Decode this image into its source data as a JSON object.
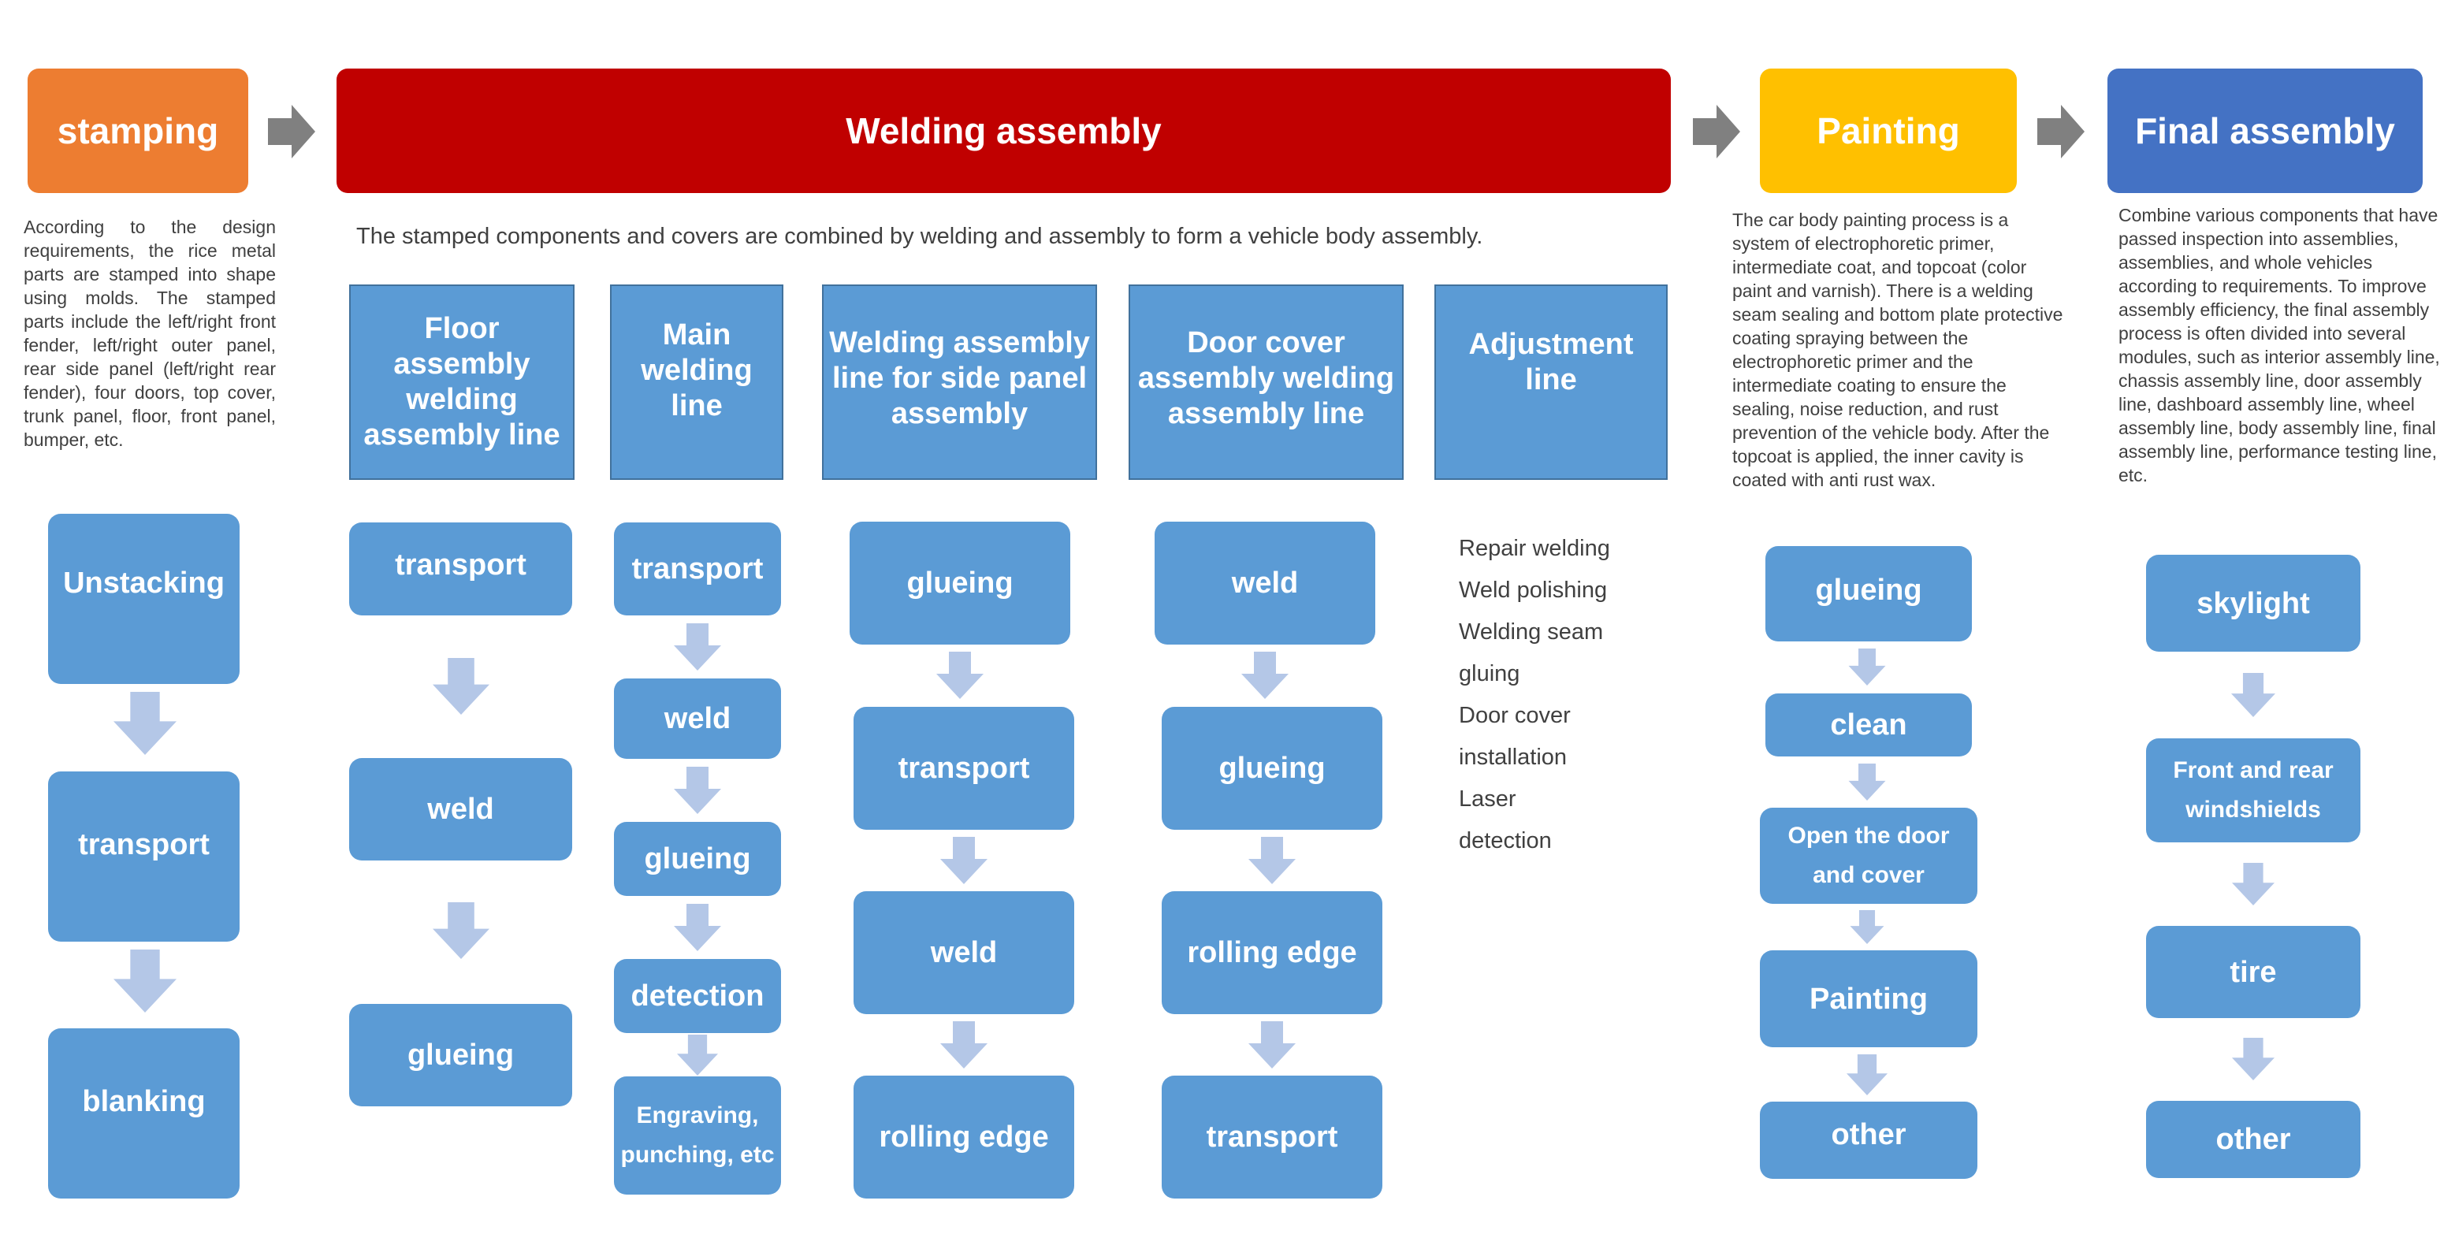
{
  "colors": {
    "stamping": "#ed7d31",
    "welding": "#c00000",
    "painting": "#ffc000",
    "final_assembly": "#4472c4",
    "step_box": "#5b9bd5",
    "down_arrow": "#b4c7e7",
    "stage_arrow": "#808080"
  },
  "stages": {
    "stamping": {
      "title": "stamping",
      "description": "According to the design requirements, the rice metal parts are stamped into shape using molds. The stamped parts include the left/right front fender, left/right outer panel, rear side panel (left/right rear fender), four doors, top cover, trunk panel, floor, front panel, bumper, etc.",
      "steps": [
        "Unstacking",
        "transport",
        "blanking"
      ]
    },
    "welding": {
      "title": "Welding assembly",
      "description": "The stamped components and covers are combined by welding and assembly to form a vehicle body assembly.",
      "lines": [
        {
          "title": "Floor assembly welding assembly line",
          "steps": [
            "transport",
            "weld",
            "glueing"
          ]
        },
        {
          "title": "Main welding line",
          "steps": [
            "transport",
            "weld",
            "glueing",
            "detection",
            "Engraving, punching, etc"
          ]
        },
        {
          "title": "Welding assembly line for side panel assembly",
          "steps": [
            "glueing",
            "transport",
            "weld",
            "rolling edge"
          ]
        },
        {
          "title": "Door cover assembly welding assembly line",
          "steps": [
            "weld",
            "glueing",
            "rolling edge",
            "transport"
          ]
        },
        {
          "title": "Adjustment line",
          "items": [
            "Repair welding",
            "Weld polishing",
            "Welding seam",
            "gluing",
            "Door cover",
            "installation",
            "Laser",
            "detection"
          ]
        }
      ]
    },
    "painting": {
      "title": "Painting",
      "description": "The car body painting process is a system of electrophoretic primer, intermediate coat, and topcoat (color paint and varnish). There is a welding seam sealing and bottom plate protective coating spraying between the electrophoretic primer and the intermediate coating to ensure the sealing, noise reduction, and rust prevention of the vehicle body. After the topcoat is applied, the inner cavity is coated with anti rust wax.",
      "steps": [
        "glueing",
        "clean",
        "Open the door and cover",
        "Painting",
        "other"
      ]
    },
    "final_assembly": {
      "title": "Final assembly",
      "description": "Combine various components that have passed inspection into assemblies, assemblies, and whole vehicles according to requirements. To improve assembly efficiency, the final assembly process is often divided into several modules, such as interior assembly line, chassis assembly line, door assembly line, dashboard assembly line, wheel assembly line, body assembly line, final assembly line, performance testing line, etc.",
      "steps": [
        "skylight",
        "Front and rear windshields",
        "tire",
        "other"
      ]
    }
  }
}
